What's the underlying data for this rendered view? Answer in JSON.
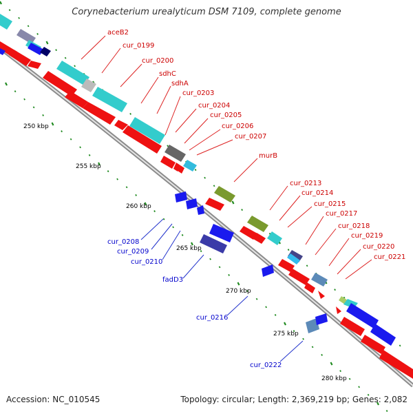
{
  "title": "Corynebacterium urealyticum DSM 7109, complete genome",
  "footer": {
    "accession": "Accession: NC_010545",
    "summary": "Topology: circular; Length: 2,369,219 bp; Genes: 2,082"
  },
  "colors": {
    "backbone": "#8c8c8c",
    "tick": "#1f8a1f",
    "red_feature": "#ee1111",
    "blue_feature": "#1a1aee",
    "cyan_feature": "#33cccc",
    "olive_feature": "#7a9a2e",
    "gray_feature": "#666666",
    "steel_feature": "#5c8ab8",
    "red_label": "#cc0000",
    "blue_label": "#0000cc"
  },
  "scale_ticks": [
    {
      "label": "250 kbp"
    },
    {
      "label": "255 kbp"
    },
    {
      "label": "260 kbp"
    },
    {
      "label": "265 kbp"
    },
    {
      "label": "270 kbp"
    },
    {
      "label": "275 kbp"
    },
    {
      "label": "280 kbp"
    }
  ],
  "gene_labels_forward": [
    "aceB2",
    "cur_0199",
    "cur_0200",
    "sdhC",
    "sdhA",
    "cur_0203",
    "cur_0204",
    "cur_0205",
    "cur_0206",
    "cur_0207",
    "murB",
    "cur_0213",
    "cur_0214",
    "cur_0215",
    "cur_0217",
    "cur_0218",
    "cur_0219",
    "cur_0220",
    "cur_0221"
  ],
  "gene_labels_reverse": [
    "cur_0208",
    "cur_0209",
    "cur_0210",
    "fadD3",
    "cur_0216",
    "cur_0222"
  ]
}
